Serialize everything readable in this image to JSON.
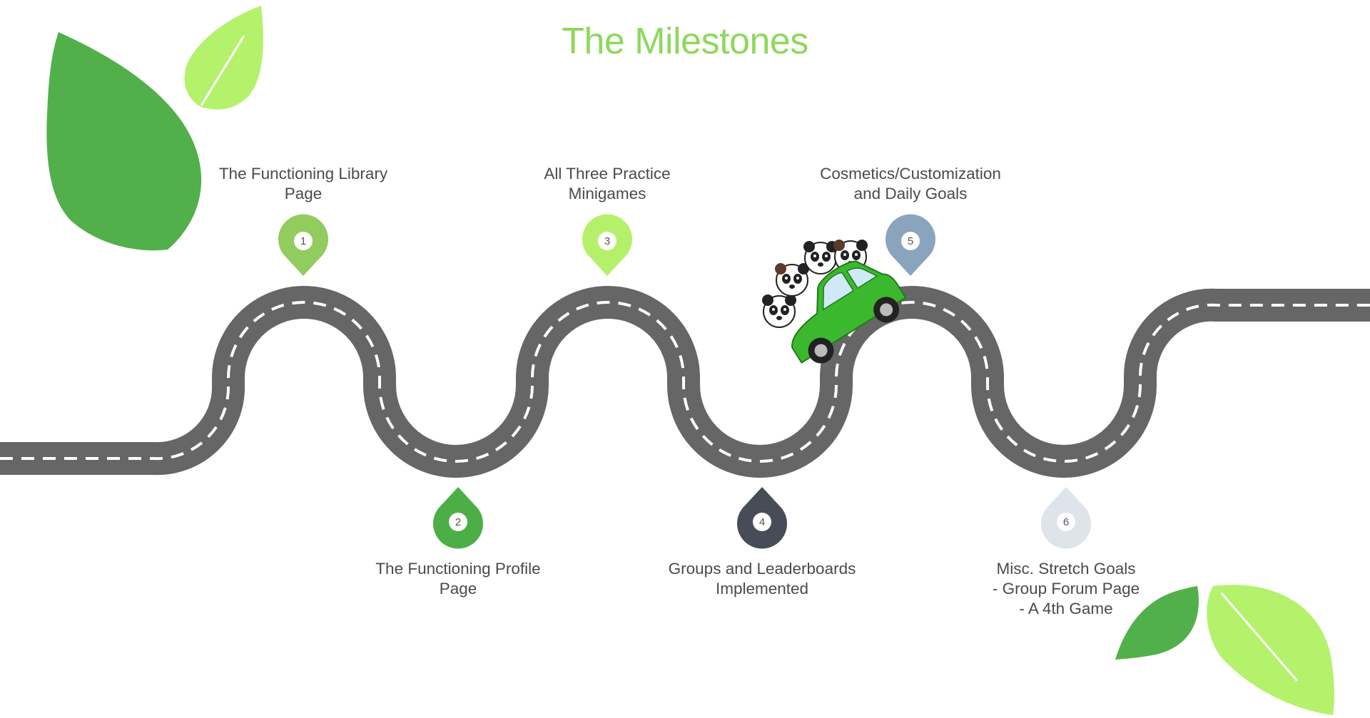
{
  "title": "The Milestones",
  "milestones": [
    {
      "number": "1",
      "lines": [
        "The Functioning Library",
        "Page"
      ],
      "color": "#92cc5e"
    },
    {
      "number": "2",
      "lines": [
        "The Functioning Profile",
        "Page"
      ],
      "color": "#4caf45"
    },
    {
      "number": "3",
      "lines": [
        "All Three Practice",
        "Minigames"
      ],
      "color": "#b5f06a"
    },
    {
      "number": "4",
      "lines": [
        "Groups and Leaderboards",
        "Implemented"
      ],
      "color": "#474c56"
    },
    {
      "number": "5",
      "lines": [
        "Cosmetics/Customization",
        "and Daily Goals"
      ],
      "color": "#8aa4bd"
    },
    {
      "number": "6",
      "lines": [
        "Misc. Stretch Goals",
        "- Group Forum Page",
        "- A 4th Game"
      ],
      "color": "#dfe4ea"
    }
  ],
  "colors": {
    "road": "#666666",
    "road_dash": "#ffffff",
    "title": "#8ed85c",
    "leaf_dark": "#52b04a",
    "leaf_light": "#b3f26a",
    "car_body": "#3cb82f"
  }
}
